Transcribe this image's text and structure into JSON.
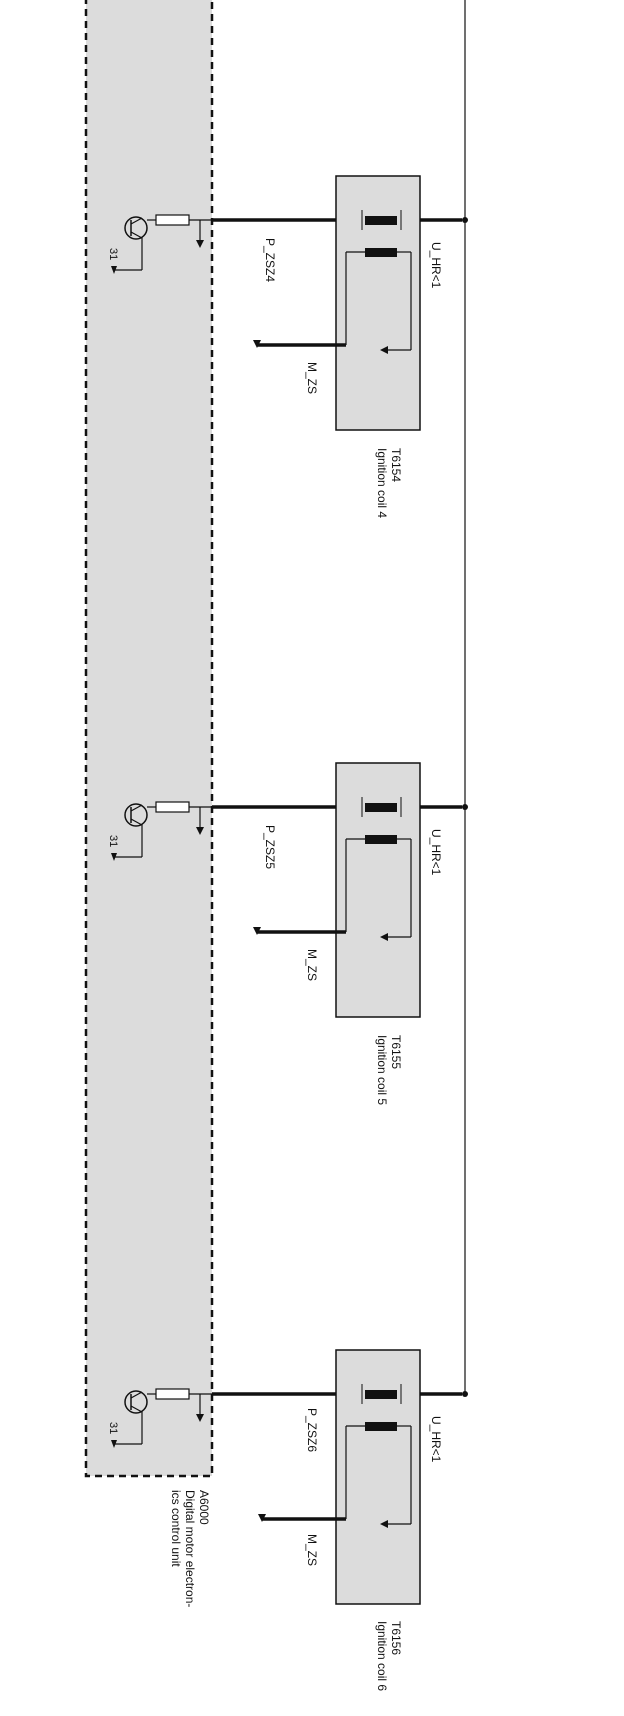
{
  "control_unit": {
    "id": "A6000",
    "description_line1": "Digital motor electron-",
    "description_line2": "ics control unit"
  },
  "coils": [
    {
      "component_id": "T6154",
      "component_name": "Ignition coil 4",
      "signal_label": "P_ZSZ4",
      "ground_label": "M_ZS",
      "supply_label": "U_HR<1",
      "ground_ref": "31"
    },
    {
      "component_id": "T6155",
      "component_name": "Ignition coil 5",
      "signal_label": "P_ZSZ5",
      "ground_label": "M_ZS",
      "supply_label": "U_HR<1",
      "ground_ref": "31"
    },
    {
      "component_id": "T6156",
      "component_name": "Ignition coil 6",
      "signal_label": "P_ZSZ6",
      "ground_label": "M_ZS",
      "supply_label": "U_HR<1",
      "ground_ref": "31"
    }
  ],
  "colors": {
    "module_fill": "#dcdcdc",
    "line": "#111111",
    "background": "#ffffff"
  }
}
